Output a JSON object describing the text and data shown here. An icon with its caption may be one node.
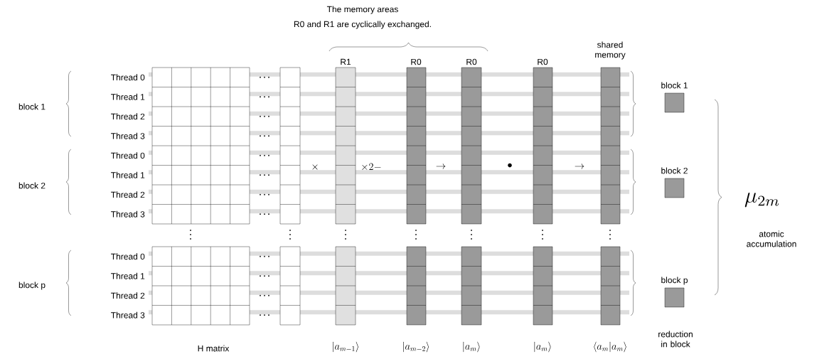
{
  "diagram": {
    "nodes": [
      {
        "text": [
          "block 1"
        ]
      },
      {
        "text": [
          "block 2"
        ]
      },
      {
        "text": [
          "block p"
        ]
      }
    ],
    "labels": [
      "The memory areas",
      "R0 and R1 are cyclically exchanged.",
      "shared memory",
      "R1",
      "R0",
      "R0",
      "R0",
      "block 1",
      "Thread 0",
      "Thread 1",
      "Thread 2",
      "Thread 3",
      "block 2",
      "Thread 0",
      "Thread 1",
      "Thread 2",
      "Thread 3",
      "block p",
      "Thread 0",
      "Thread 1",
      "Thread 2",
      "Thread 3",
      "\\times",
      "\\times 2-",
      "\\rightarrow",
      "\\bullet",
      "\\rightarrow",
      "\\mu_{2m}",
      "atomic accumulation",
      "H matrix",
      "|a_{m-1}\\rangle",
      "|a_{m-2}\\rangle",
      "|a_m\\rangle",
      "|a_m\\rangle",
      "\\langle a_m|a_m\\rangle",
      "reduction in block"
    ]
  }
}
